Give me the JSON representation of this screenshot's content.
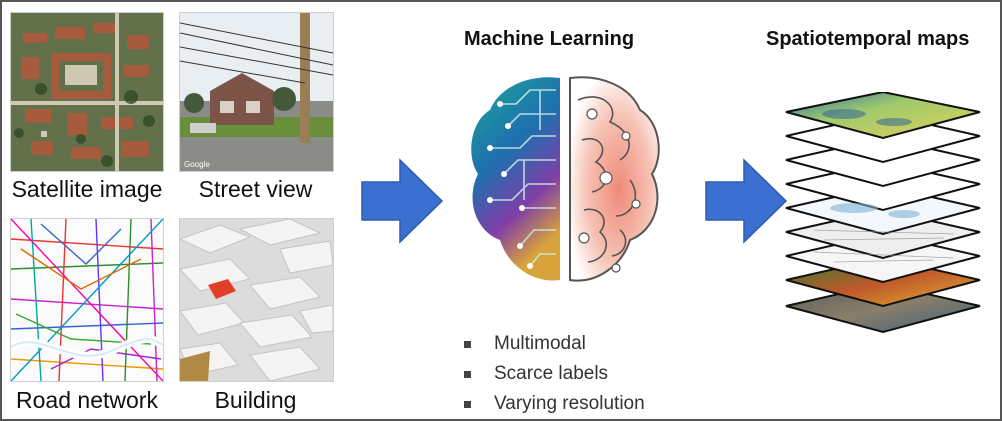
{
  "inputs": {
    "satellite_label": "Satellite image",
    "street_label": "Street view",
    "road_label": "Road network",
    "building_label": "Building"
  },
  "center": {
    "title": "Machine Learning",
    "bullets": [
      "Multimodal",
      "Scarce labels",
      "Varying resolution"
    ],
    "brain_icon": "brain-icon"
  },
  "output": {
    "title": "Spatiotemporal maps",
    "layer_icon": "stacked-map-layers"
  },
  "colors": {
    "arrow": "#3b6fd0",
    "border": "#555555"
  }
}
